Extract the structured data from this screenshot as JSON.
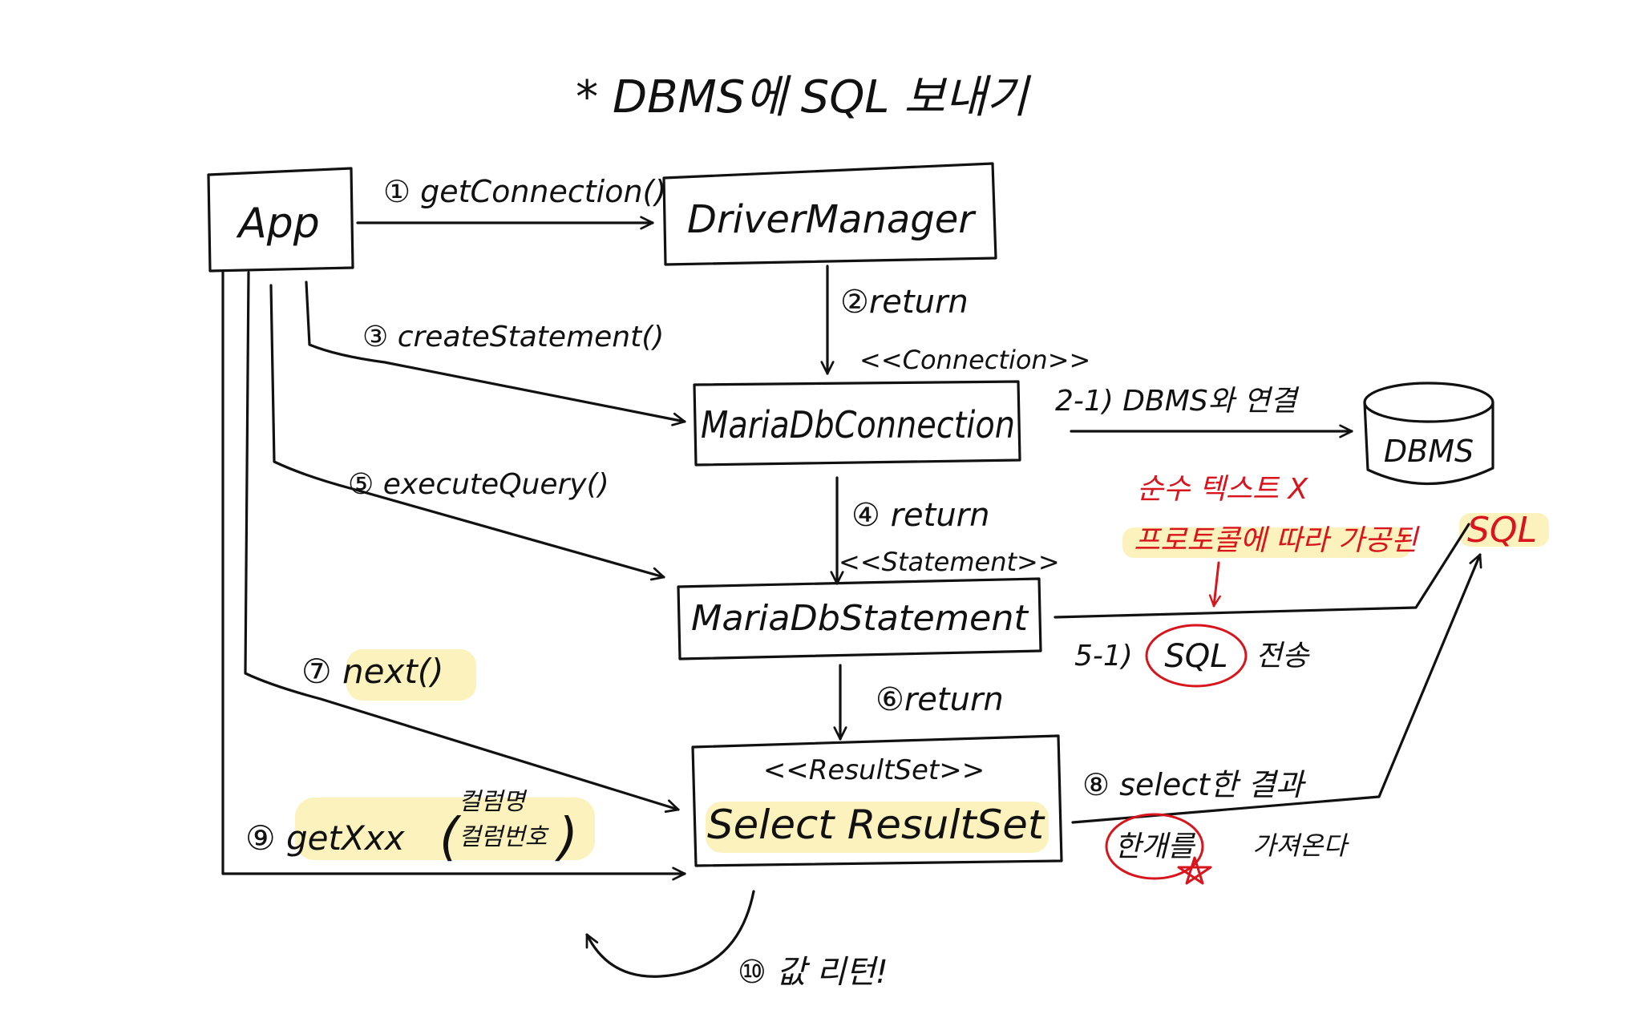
{
  "title": "* DBMS에 SQL 보내기",
  "nodes": {
    "app": "App",
    "driver_manager": "DriverManager",
    "connection": "MariaDbConnection",
    "statement": "MariaDbStatement",
    "resultset_type": "<<ResultSet>>",
    "resultset": "Select ResultSet",
    "dbms": "DBMS"
  },
  "edges": {
    "get_connection": "① getConnection()",
    "return_2": "②return",
    "connection_type": "<<Connection>>",
    "dbms_connect": "2-1) DBMS와 연결",
    "create_statement": "③ createStatement()",
    "return_4": "④ return",
    "statement_type": "<<Statement>>",
    "execute_query": "⑤ executeQuery()",
    "return_6": "⑥return",
    "next": "⑦ next()",
    "select_result": "⑧ select한 결과",
    "get_xxx": "⑨ getXxx",
    "get_xxx_arg1": "컬럼명",
    "get_xxx_arg2": "컬럼번호",
    "value_return": "⑩ 값 리턴!"
  },
  "notes": {
    "pure_text": "순수 텍스트 X",
    "protocol": "프로토콜에 따라 가공된",
    "sql_red": "SQL",
    "send_prefix": "5-1)",
    "send_sql": "SQL",
    "send_suffix": "전송",
    "one_row": "한개를",
    "fetch": "가져온다"
  },
  "colors": {
    "ink": "#111111",
    "annotation": "#d8141c",
    "highlight": "#fbeea8"
  }
}
